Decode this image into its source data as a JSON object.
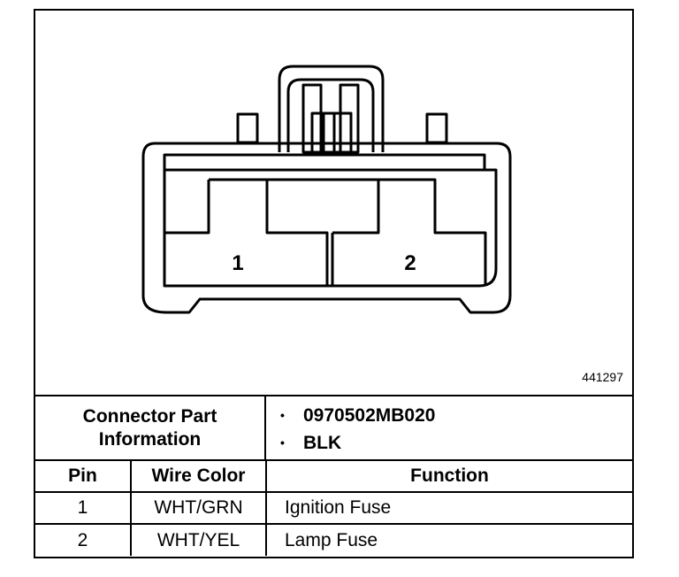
{
  "figure_number": "441297",
  "pins_diagram": [
    {
      "label": "1"
    },
    {
      "label": "2"
    }
  ],
  "connector_info": {
    "label": "Connector Part Information",
    "items": [
      "0970502MB020",
      "BLK"
    ]
  },
  "table": {
    "headers": [
      "Pin",
      "Wire Color",
      "Function"
    ],
    "rows": [
      {
        "pin": "1",
        "wire_color": "WHT/GRN",
        "function": "Ignition Fuse"
      },
      {
        "pin": "2",
        "wire_color": "WHT/YEL",
        "function": "Lamp Fuse"
      }
    ]
  }
}
